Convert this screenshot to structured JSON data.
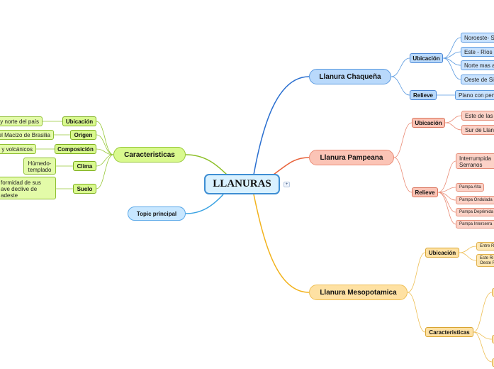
{
  "center": {
    "label": "LLANURAS"
  },
  "expand_icon": "+",
  "chaco": {
    "label": "Llanura Chaqueña",
    "ubicacion": {
      "label": "Ubicación",
      "items": [
        "Noroeste- S",
        "Este - Ríos P",
        "Norte mas a",
        "Oeste de Sie"
      ]
    },
    "relieve": {
      "label": "Relieve",
      "items": [
        "Plano con pend"
      ]
    }
  },
  "pampa": {
    "label": "Llanura Pampeana",
    "ubicacion": {
      "label": "Ubicación",
      "items": [
        "Este de las",
        "Sur de Llan"
      ]
    },
    "relieve": {
      "label": "Relieve",
      "items": [
        "Interrumpida\nSerranos",
        "Pampa Alta",
        "Pampa Ondulada",
        "Pampa Deprimida",
        "Pampa Interserra"
      ]
    }
  },
  "meso": {
    "label": "Llanura Mesopotamica",
    "ubicacion": {
      "label": "Ubicación",
      "items": [
        "Entre R",
        "Este Ri\nOeste R"
      ]
    },
    "caracteristicas": {
      "label": "Caracteristicas"
    }
  },
  "caract": {
    "label": "Caracteristicas",
    "ubicacion": {
      "label": "Ubicación",
      "items": [
        "o y norte del país"
      ]
    },
    "origen": {
      "label": "Origen",
      "items": [
        "el Macizo de Brasilia"
      ]
    },
    "composicion": {
      "label": "Composición",
      "items": [
        "s y volcánicos"
      ]
    },
    "clima": {
      "label": "Clima",
      "items": [
        "Húmedo-\ntemplado"
      ]
    },
    "suelo": {
      "label": "Suelo",
      "items": [
        "formidad de sus\nave declive de\nadeste"
      ]
    }
  },
  "topic": {
    "label": "Topic principal"
  },
  "colors": {
    "chaco": "#2a6fd0",
    "pampa": "#e8623a",
    "meso": "#f2b21b",
    "caract": "#8cbf26",
    "topic": "#3aa3e3"
  }
}
